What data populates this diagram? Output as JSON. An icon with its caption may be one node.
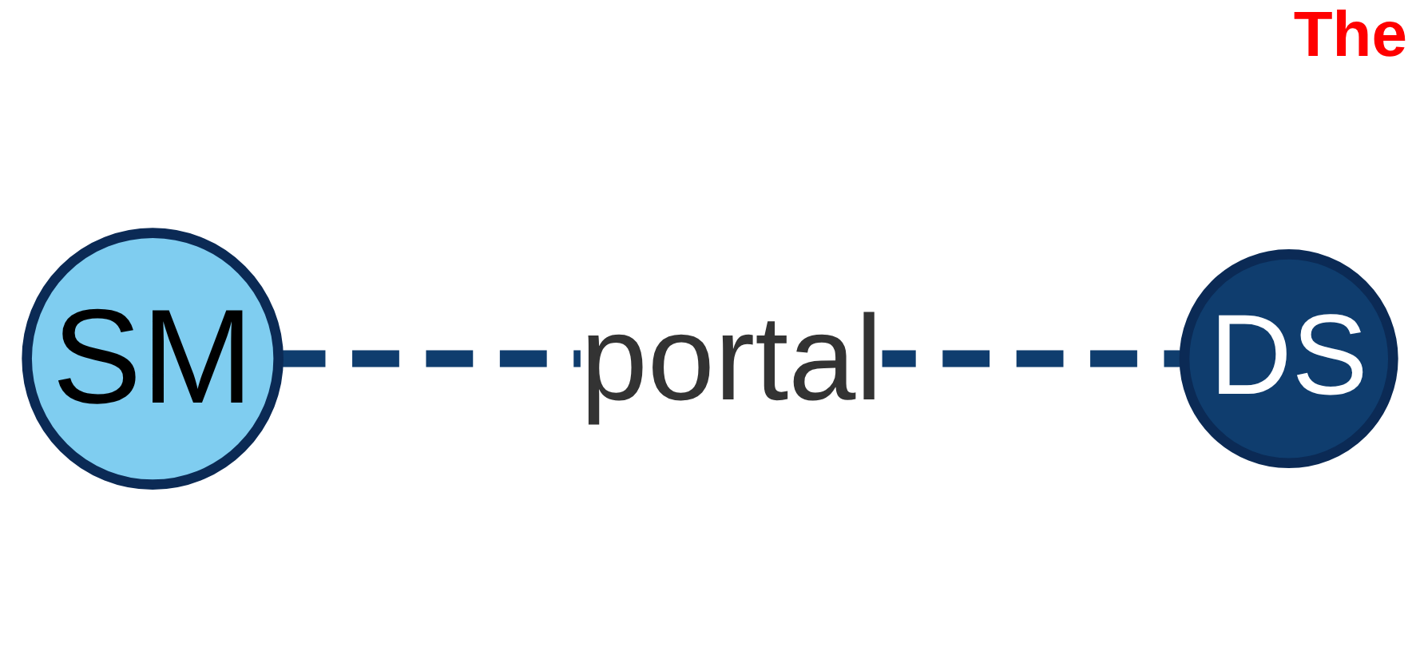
{
  "diagram": {
    "nodes": [
      {
        "text": [
          "SM"
        ]
      },
      {
        "text": [
          "DS"
        ]
      }
    ],
    "edges": [
      {
        "from": 0,
        "to": 1,
        "arrow": "none",
        "label": "portal",
        "style": "dashed"
      }
    ],
    "labels": [
      "The"
    ]
  }
}
